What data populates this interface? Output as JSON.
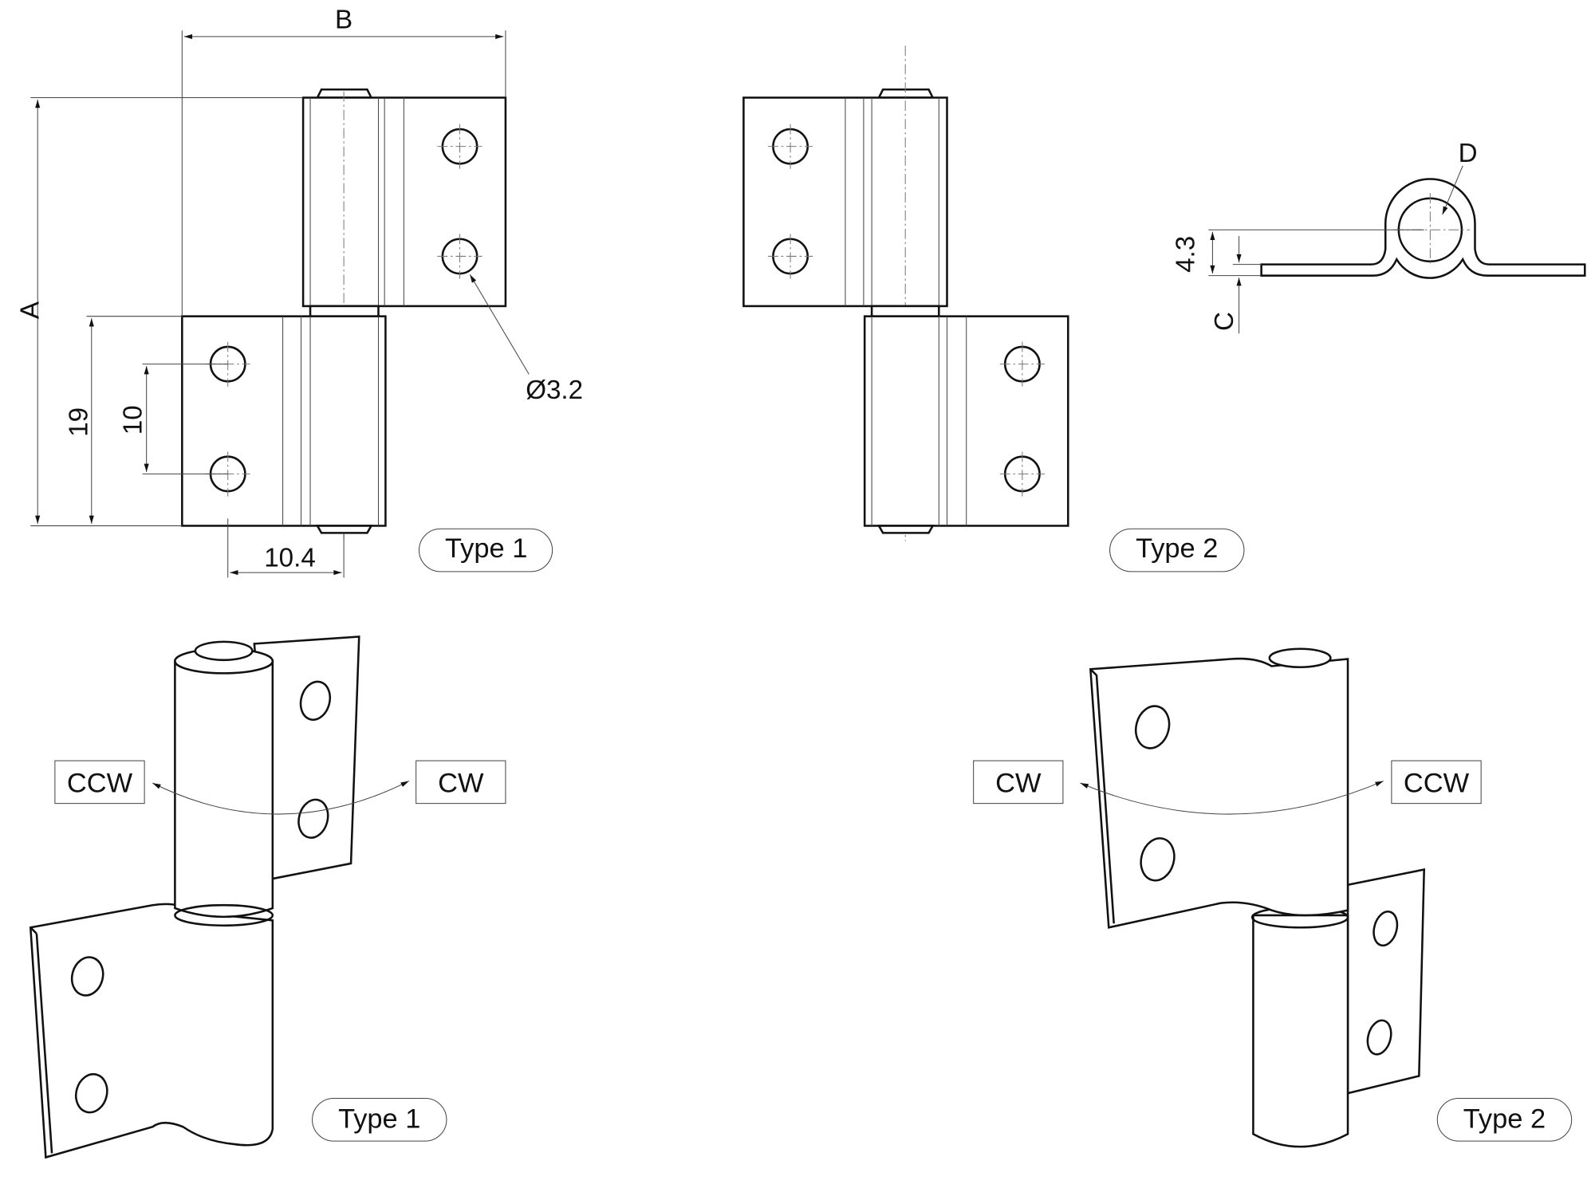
{
  "dimensions": {
    "A": "A",
    "B": "B",
    "C": "C",
    "D": "D",
    "d19": "19",
    "d10": "10",
    "d10_4": "10.4",
    "hole": "Ø3.2",
    "d4_3": "4.3"
  },
  "labels": {
    "type1_top": "Type 1",
    "type2_top": "Type 2",
    "type1_iso": "Type 1",
    "type2_iso": "Type 2"
  },
  "rotation": {
    "t1_left": "CCW",
    "t1_right": "CW",
    "t2_left": "CW",
    "t2_right": "CCW"
  }
}
